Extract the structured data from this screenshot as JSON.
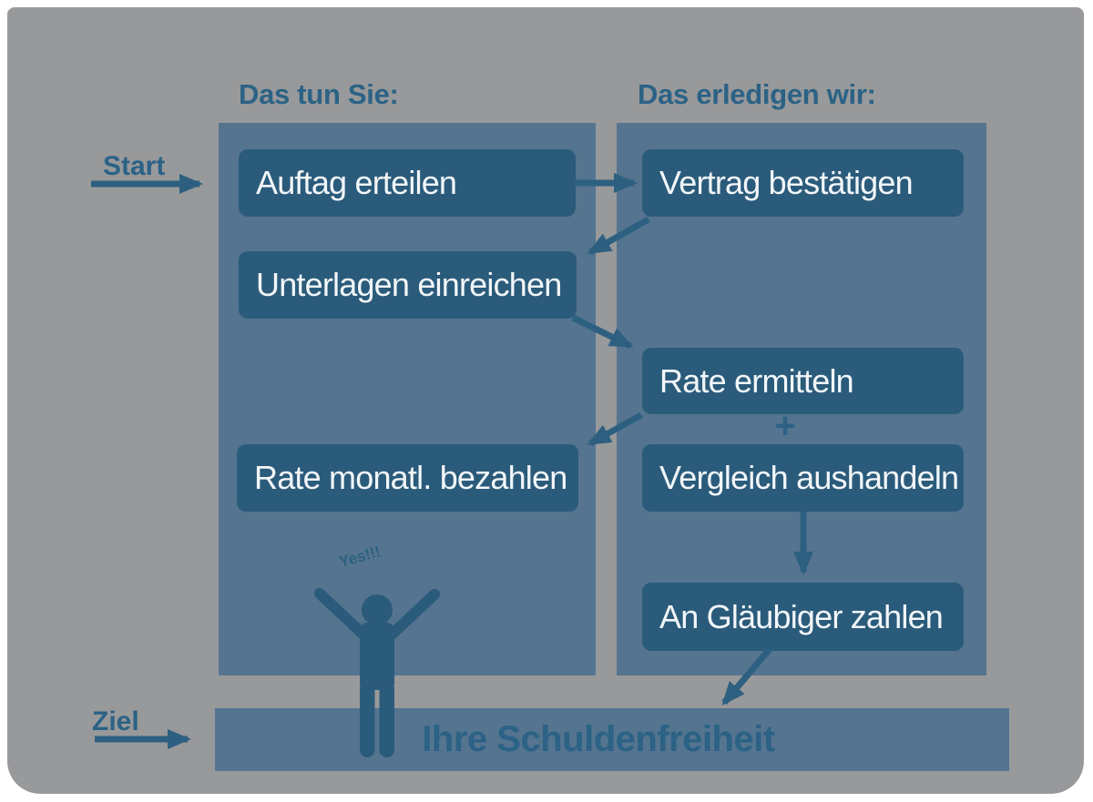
{
  "title": "Schuldenfreiheit Ablauf Diagramm",
  "labels": {
    "start": "Start",
    "ziel": "Ziel",
    "plus": "+",
    "yes": "Yes!!!"
  },
  "columns": {
    "you": {
      "header": "Das tun Sie:",
      "boxes": [
        "Auftag erteilen",
        "Unterlagen einreichen",
        "Rate monatl. bezahlen"
      ]
    },
    "we": {
      "header": "Das erledigen wir:",
      "boxes": [
        "Vertrag bestätigen",
        "Rate ermitteln",
        "Vergleich aushandeln",
        "An Gläubiger zahlen"
      ]
    }
  },
  "goal_bar": {
    "text": "Ihre Schuldenfreiheit"
  },
  "flow": [
    "Auftag erteilen -> Vertrag bestätigen",
    "Vertrag bestätigen -> Unterlagen einreichen",
    "Unterlagen einreichen -> Rate ermitteln",
    "Rate ermitteln -> Rate monatl. bezahlen",
    "Rate ermitteln + Vergleich aushandeln",
    "Vergleich aushandeln -> An Gläubiger zahlen",
    "An Gläubiger zahlen -> Ihre Schuldenfreiheit"
  ],
  "colors": {
    "gray": "#98999b",
    "panel": "#54748f",
    "box": "#2b5b7b",
    "ink": "#2b6285",
    "arrow": "#2d6080",
    "boxtext": "#f2f6f8",
    "page": "#ffffff"
  }
}
